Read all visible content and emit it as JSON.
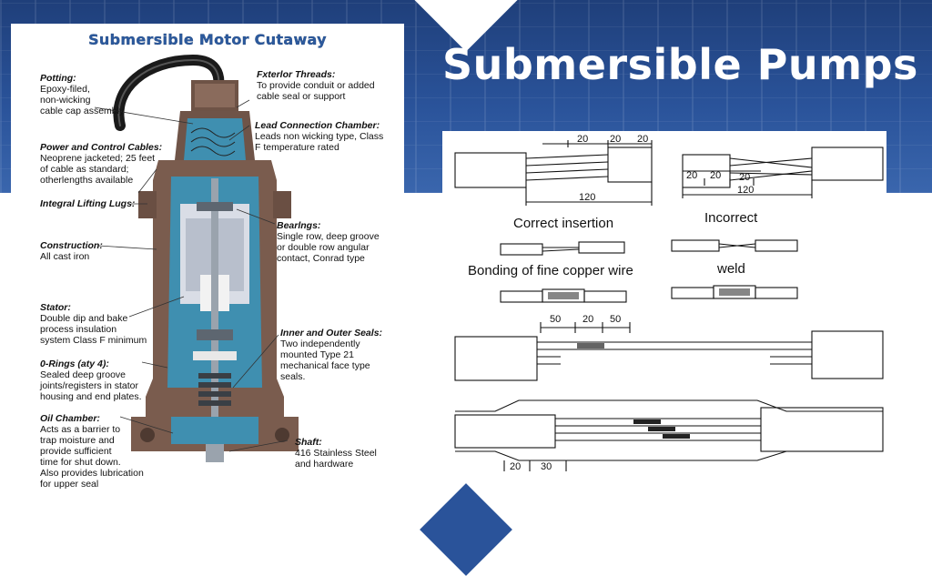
{
  "slide": {
    "title": "Submersible Pumps"
  },
  "cutaway": {
    "title": "Submersible Motor Cutaway",
    "labels": [
      {
        "heading": "Potting:",
        "body": "Epoxy-filed,\nnon-wicking\ncable cap assembly"
      },
      {
        "heading": "Power and Control Cables:",
        "body": "Neoprene jacketed; 25 feet\nof cable as standard;\notherlengths available"
      },
      {
        "heading": "Integral Lifting Lugs:",
        "body": ""
      },
      {
        "heading": "Construction:",
        "body": "All cast iron"
      },
      {
        "heading": "Stator:",
        "body": "Double dip and bake\nprocess insulation\nsystem Class F minimum"
      },
      {
        "heading": "0-Rings (aty 4):",
        "body": "Sealed deep groove\njoints/registers in stator\nhousing and end plates."
      },
      {
        "heading": "Oil Chamber:",
        "body": "Acts as a barrier to\ntrap moisture and\nprovide sufficient\ntime for shut down.\nAlso provides lubrication\nfor upper seal"
      },
      {
        "heading": "Fxterlor Threads:",
        "body": "To provide conduit or added\ncable seal or support"
      },
      {
        "heading": "Lead Connection Chamber:",
        "body": "Leads non wicking type, Class\nF temperature rated"
      },
      {
        "heading": "Bearlngs:",
        "body": "Single row, deep groove\nor double row angular\ncontact, Conrad type"
      },
      {
        "heading": "Inner and Outer Seals:",
        "body": "Two independently\nmounted Type 21\nmechanical face type\nseals."
      },
      {
        "heading": "Shaft:",
        "body": "416 Stainless Steel\nand hardware"
      }
    ]
  },
  "diagram": {
    "labels": {
      "correct": "Correct insertion",
      "incorrect": "Incorrect",
      "bonding": "Bonding of fine copper wire",
      "weld": "weld"
    },
    "dims": {
      "correct_top": [
        "20",
        "20",
        "20"
      ],
      "correct_total": "120",
      "incorrect_top": [
        "20",
        "20",
        "20"
      ],
      "incorrect_total": "120",
      "bonding_top": [
        "50",
        "20",
        "50"
      ],
      "bottom": [
        "20",
        "30"
      ]
    }
  },
  "colors": {
    "banner": "#2a539a",
    "title_text": "#ffffff",
    "cutaway_title": "#2c5a9e",
    "housing": "#7a5c4e",
    "interior": "#3f8fb0"
  }
}
